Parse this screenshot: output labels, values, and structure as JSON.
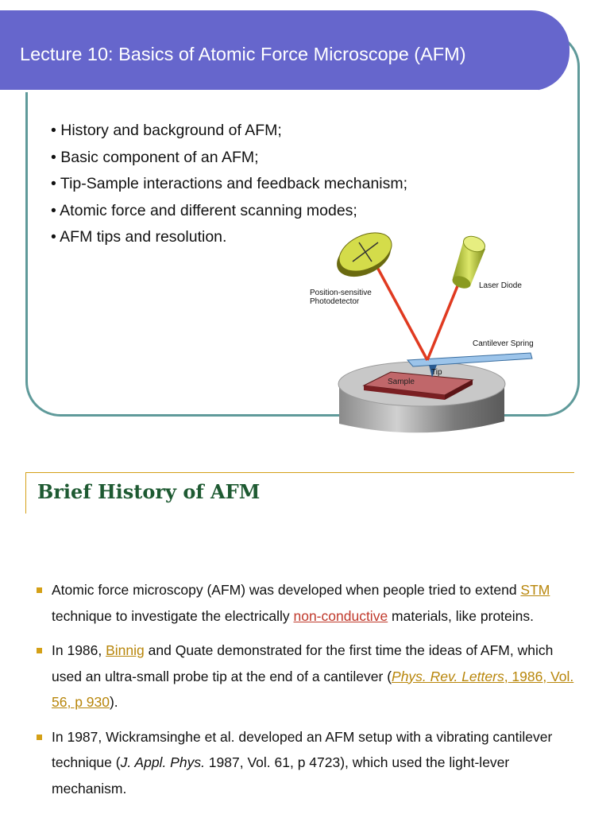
{
  "slide1": {
    "title": "Lecture 10:  Basics of Atomic Force Microscope (AFM)",
    "bullets": [
      "• History and background of AFM;",
      "• Basic component of an AFM;",
      "• Tip-Sample interactions and feedback mechanism;",
      "• Atomic force and different scanning modes;",
      "• AFM tips and resolution."
    ],
    "diagram": {
      "photodetector_label_1": "Position-sensitive",
      "photodetector_label_2": "Photodetector",
      "laser_label": "Laser Diode",
      "cantilever_label": "Cantilever Spring",
      "tip_label": "Tip",
      "sample_label": "Sample"
    }
  },
  "slide2": {
    "title": "Brief History of AFM",
    "items": [
      {
        "p1": "Atomic force microscopy (AFM) was developed when people tried to extend ",
        "link1": "STM",
        "p2": " technique to investigate the electrically ",
        "link2": "non-conductive",
        "p3": " materials, like proteins."
      },
      {
        "p1": "In 1986, ",
        "link1": "Binnig",
        "p2": " and Quate demonstrated for the first time the ideas of AFM, which used an ultra-small probe tip at the end of a cantilever (",
        "link2": "Phys. Rev. Letters",
        "link3": ", 1986, Vol. 56, p 930",
        "p3": ")."
      },
      {
        "p1": "In 1987, Wickramsinghe et al. developed an AFM setup with a vibrating cantilever technique (",
        "journal": "J. Appl. Phys.",
        "p2": " 1987, Vol. 61, p 4723), which used the light-lever mechanism."
      }
    ]
  },
  "colors": {
    "title_bar": "#6666cc",
    "frame": "#5f9a9a",
    "accent": "#d4a017",
    "heading": "#1e5a32",
    "link_red": "#c0392b",
    "link_gold": "#b8860b"
  }
}
